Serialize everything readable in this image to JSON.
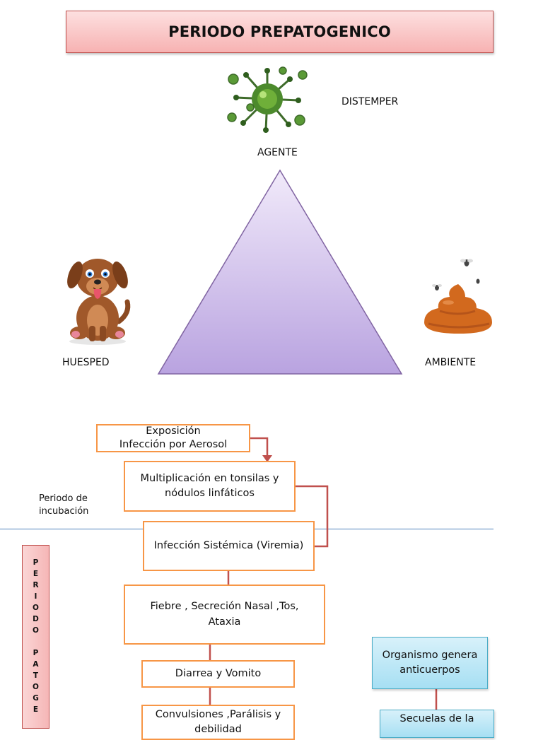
{
  "title": "PERIODO PREPATOGENICO",
  "triad": {
    "agent_name": "DISTEMPER",
    "agent_label": "AGENTE",
    "host_label": "HUESPED",
    "environment_label": "AMBIENTE"
  },
  "incubation_label": "Periodo de\nincubación",
  "period_vertical_text": "P\nE\nR\nI\nO\nD\nO\n\nP\nA\nT\nO\nG\nE",
  "flow": {
    "exposure": "Exposición\nInfección por Aerosol",
    "multiplication": "Multiplicación en tonsilas y\nnódulos linfáticos",
    "systemic": "Infección Sistémica (Viremia)",
    "symptoms": "Fiebre ,  Secreción Nasal ,Tos,\nAtaxia",
    "diarrhea": "Diarrea y Vomito",
    "convulsions": "Convulsiones ,Parálisis y\ndebilidad"
  },
  "side": {
    "antibodies": "Organismo genera\nanticuerpos",
    "sequelae": "Secuelas de la"
  },
  "colors": {
    "title_fill": "#f7b2b2",
    "title_border": "#c0504d",
    "box_border": "#f79646",
    "connector": "#c0504d",
    "triangle_top": "#f1eafa",
    "triangle_bottom": "#b9a3e0",
    "triangle_border": "#8064a2",
    "divider": "#4f81bd",
    "blue_fill": "#a6dff3",
    "blue_border": "#4bacc6"
  },
  "icons": [
    "virus-cluster-icon",
    "puppy-icon",
    "poop-with-flies-icon"
  ]
}
